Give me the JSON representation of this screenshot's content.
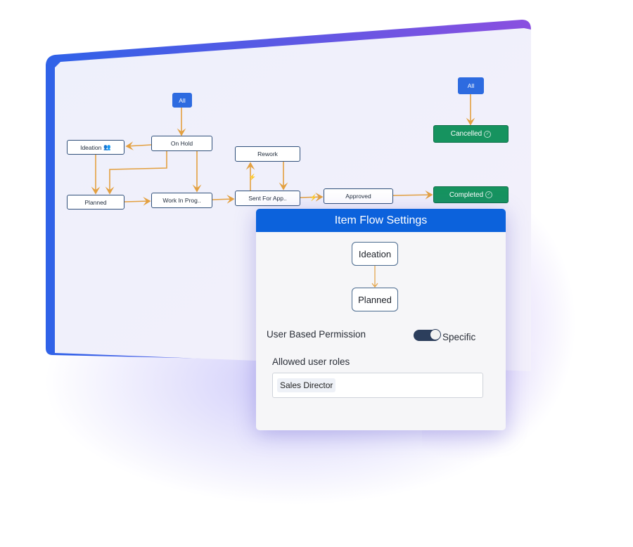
{
  "workflow": {
    "nodes": {
      "all_left": "All",
      "ideation": "Ideation",
      "on_hold": "On Hold",
      "rework": "Rework",
      "planned": "Planned",
      "work_in_progress": "Work In Prog..",
      "sent_for_approval": "Sent For App..",
      "approved": "Approved",
      "all_right": "All",
      "cancelled": "Cancelled",
      "completed": "Completed"
    },
    "icons": {
      "ideation": "user-group-icon",
      "done": "check-circle-icon",
      "transition": "lightning-icon"
    },
    "colors": {
      "frame": "#2f62e8",
      "node_border": "#2f4f7a",
      "all_node": "#2d6be0",
      "done_node": "#16935f",
      "arrow": "#e3a040"
    }
  },
  "modal": {
    "title": "Item Flow Settings",
    "from_state": "Ideation",
    "to_state": "Planned",
    "permission_label": "User Based Permission",
    "permission_toggle_on": true,
    "permission_value": "Specific",
    "roles_label": "Allowed user roles",
    "roles": [
      "Sales Director"
    ],
    "header_color": "#0c62dc"
  }
}
